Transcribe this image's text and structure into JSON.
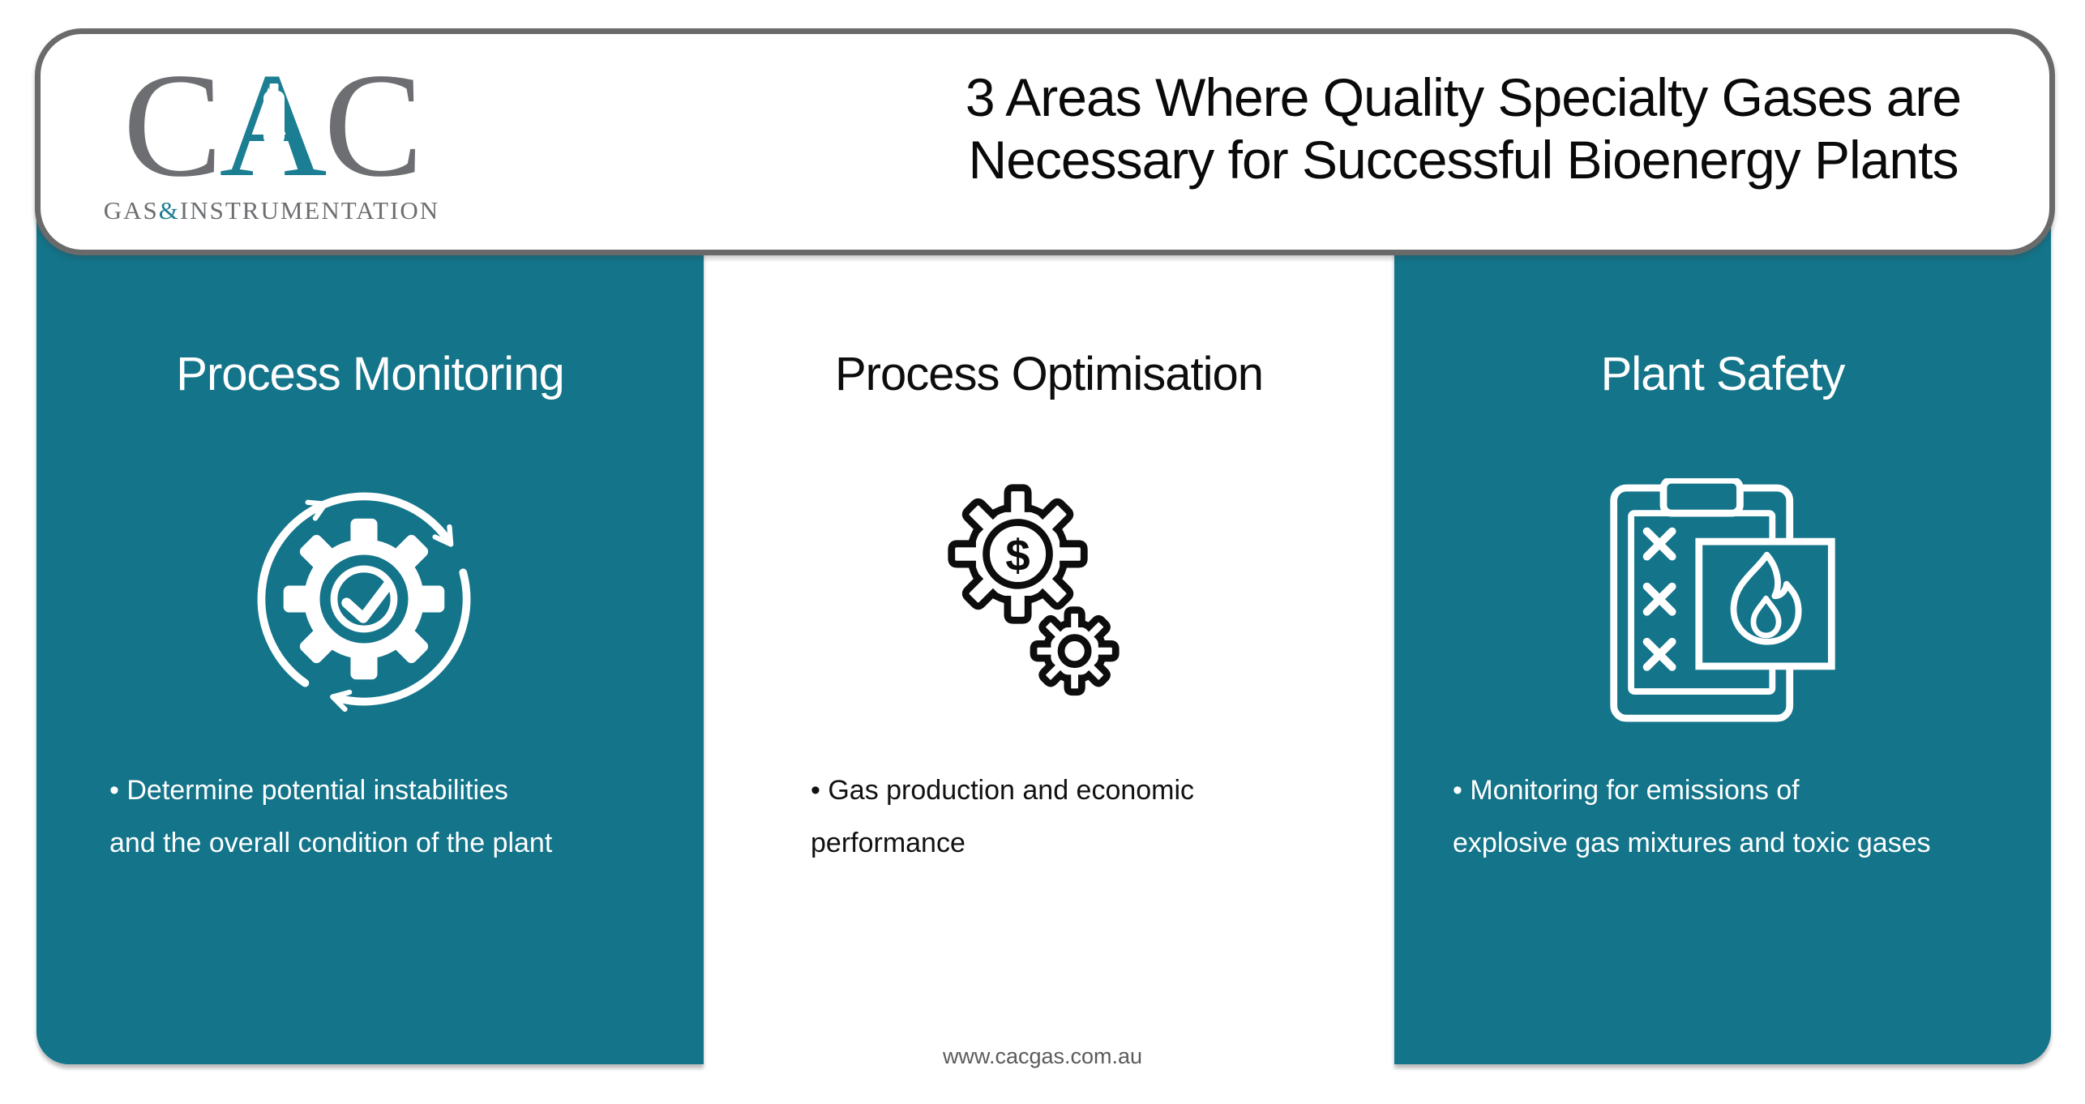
{
  "brand": {
    "letters": {
      "c1": "C",
      "a": "A",
      "c2": "C"
    },
    "subtitle": {
      "gas": "GAS",
      "amp": "&",
      "instrumentation": "INSTRUMENTATION"
    }
  },
  "header": {
    "title_line1": "3 Areas Where Quality Specialty Gases are",
    "title_line2": "Necessary for Successful Bioenergy Plants"
  },
  "columns": [
    {
      "id": "process-monitoring",
      "heading": "Process Monitoring",
      "icon": "process-cycle-check-icon",
      "bullet_lines": [
        "• Determine potential instabilities",
        "and the overall condition of the plant"
      ]
    },
    {
      "id": "process-optimisation",
      "heading": "Process Optimisation",
      "icon": "gears-dollar-icon",
      "bullet_lines": [
        "•  Gas production and economic",
        "performance"
      ]
    },
    {
      "id": "plant-safety",
      "heading": "Plant Safety",
      "icon": "clipboard-flame-icon",
      "bullet_lines": [
        "•  Monitoring for emissions of",
        "explosive gas mixtures and toxic gases"
      ]
    }
  ],
  "icons": {
    "dollar_glyph": "$"
  },
  "footer": {
    "website": "www.cacgas.com.au"
  },
  "colors": {
    "teal_panel": "#13748a",
    "logo_gray": "#6d6e71",
    "logo_teal": "#1b7e92",
    "header_border_gray": "#6a6a6a",
    "title_black": "#0a0a0a",
    "footer_gray": "#5b5b5b",
    "icon_outline_dark": "#0d0d0d",
    "icon_outline_light": "#ffffff"
  }
}
